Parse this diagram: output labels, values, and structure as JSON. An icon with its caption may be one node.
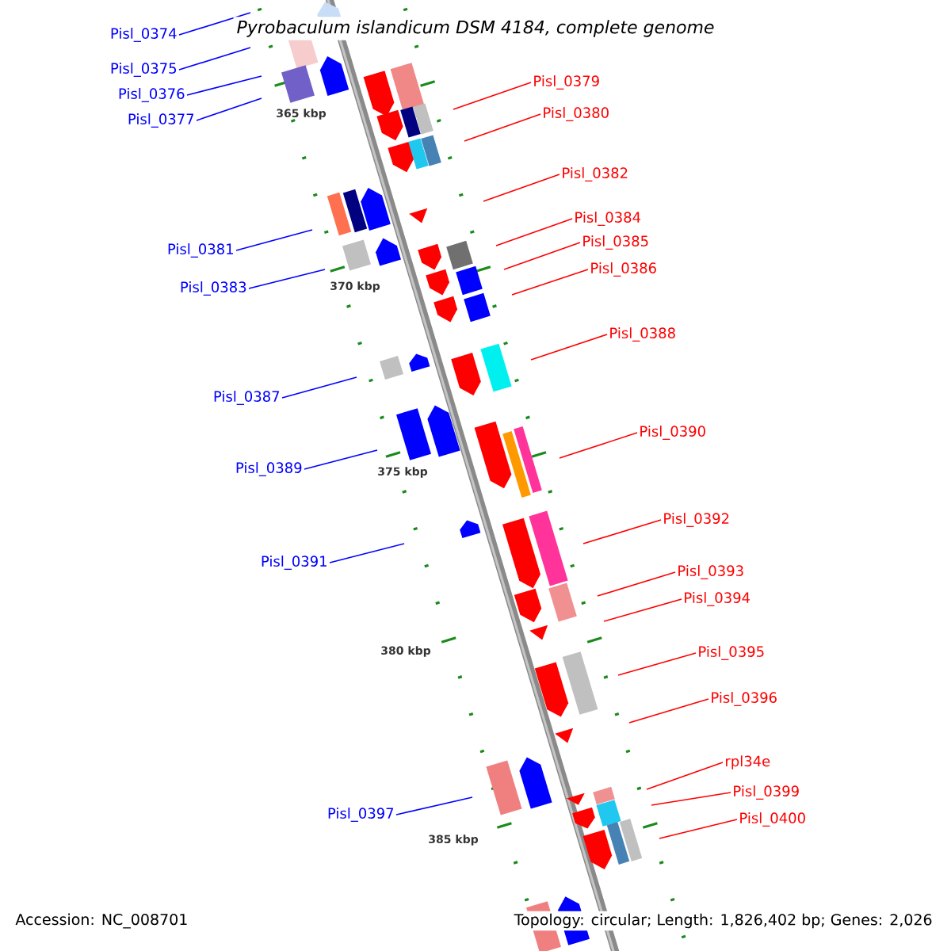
{
  "diagram": {
    "title": "Pyrobaculum islandicum DSM 4184, complete genome",
    "nodes": [
      {
        "text": [
          "Pisl_0374"
        ]
      },
      {
        "text": [
          "Pisl_0375"
        ]
      },
      {
        "text": [
          "Pisl_0379"
        ]
      },
      {
        "text": [
          "Pisl_0376"
        ]
      },
      {
        "text": [
          "Pisl_0380"
        ]
      },
      {
        "text": [
          "Pisl_0377"
        ]
      },
      {
        "text": [
          "Pisl_0382"
        ]
      },
      {
        "text": [
          "Pisl_0384"
        ]
      },
      {
        "text": [
          "Pisl_0385"
        ]
      },
      {
        "text": [
          "Pisl_0381"
        ]
      },
      {
        "text": [
          "Pisl_0386"
        ]
      },
      {
        "text": [
          "Pisl_0383"
        ]
      },
      {
        "text": [
          "Pisl_0388"
        ]
      },
      {
        "text": [
          "Pisl_0387"
        ]
      },
      {
        "text": [
          "Pisl_0390"
        ]
      },
      {
        "text": [
          "Pisl_0389"
        ]
      },
      {
        "text": [
          "Pisl_0392"
        ]
      },
      {
        "text": [
          "Pisl_0391"
        ]
      },
      {
        "text": [
          "Pisl_0393"
        ]
      },
      {
        "text": [
          "Pisl_0394"
        ]
      },
      {
        "text": [
          "Pisl_0395"
        ]
      },
      {
        "text": [
          "Pisl_0396"
        ]
      },
      {
        "text": [
          "rpl34e"
        ]
      },
      {
        "text": [
          "Pisl_0399"
        ]
      },
      {
        "text": [
          "Pisl_0397"
        ]
      },
      {
        "text": [
          "Pisl_0400"
        ]
      }
    ],
    "edges": [
      {
        "from": 0,
        "to": null,
        "arrow": "none",
        "color": "#0000ff"
      },
      {
        "from": 1,
        "to": null,
        "arrow": "none",
        "color": "#0000ff"
      },
      {
        "from": 2,
        "to": null,
        "arrow": "none"
      },
      {
        "from": 3,
        "to": null,
        "arrow": "none",
        "color": "#0000ff"
      },
      {
        "from": 4,
        "to": null,
        "arrow": "none"
      },
      {
        "from": 5,
        "to": null,
        "arrow": "none",
        "color": "#0000ff"
      },
      {
        "from": 6,
        "to": null,
        "arrow": "none"
      },
      {
        "from": 7,
        "to": null,
        "arrow": "none"
      },
      {
        "from": 8,
        "to": null,
        "arrow": "none"
      },
      {
        "from": 9,
        "to": null,
        "arrow": "none",
        "color": "#0000ff"
      },
      {
        "from": 10,
        "to": null,
        "arrow": "none"
      },
      {
        "from": 11,
        "to": null,
        "arrow": "none",
        "color": "#0000ff"
      },
      {
        "from": 12,
        "to": null,
        "arrow": "none"
      },
      {
        "from": 13,
        "to": null,
        "arrow": "none",
        "color": "#0000ff"
      },
      {
        "from": 14,
        "to": null,
        "arrow": "none"
      },
      {
        "from": 15,
        "to": null,
        "arrow": "none",
        "color": "#0000ff"
      },
      {
        "from": 16,
        "to": null,
        "arrow": "none"
      },
      {
        "from": 17,
        "to": null,
        "arrow": "none",
        "color": "#0000ff"
      },
      {
        "from": 18,
        "to": null,
        "arrow": "none"
      },
      {
        "from": 19,
        "to": null,
        "arrow": "none"
      },
      {
        "from": 20,
        "to": null,
        "arrow": "none"
      },
      {
        "from": 21,
        "to": null,
        "arrow": "none"
      },
      {
        "from": 22,
        "to": null,
        "arrow": "none"
      },
      {
        "from": 23,
        "to": null,
        "arrow": "none"
      },
      {
        "from": 24,
        "to": null,
        "arrow": "none",
        "color": "#0000ff"
      },
      {
        "from": 25,
        "to": null,
        "arrow": "none"
      }
    ],
    "labels": [
      "365 kbp",
      "370 kbp",
      "375 kbp",
      "380 kbp",
      "385 kbp",
      "Accession: NC_008701",
      "Topology: circular; Length: 1,826,402 bp; Genes: 2,026"
    ]
  }
}
